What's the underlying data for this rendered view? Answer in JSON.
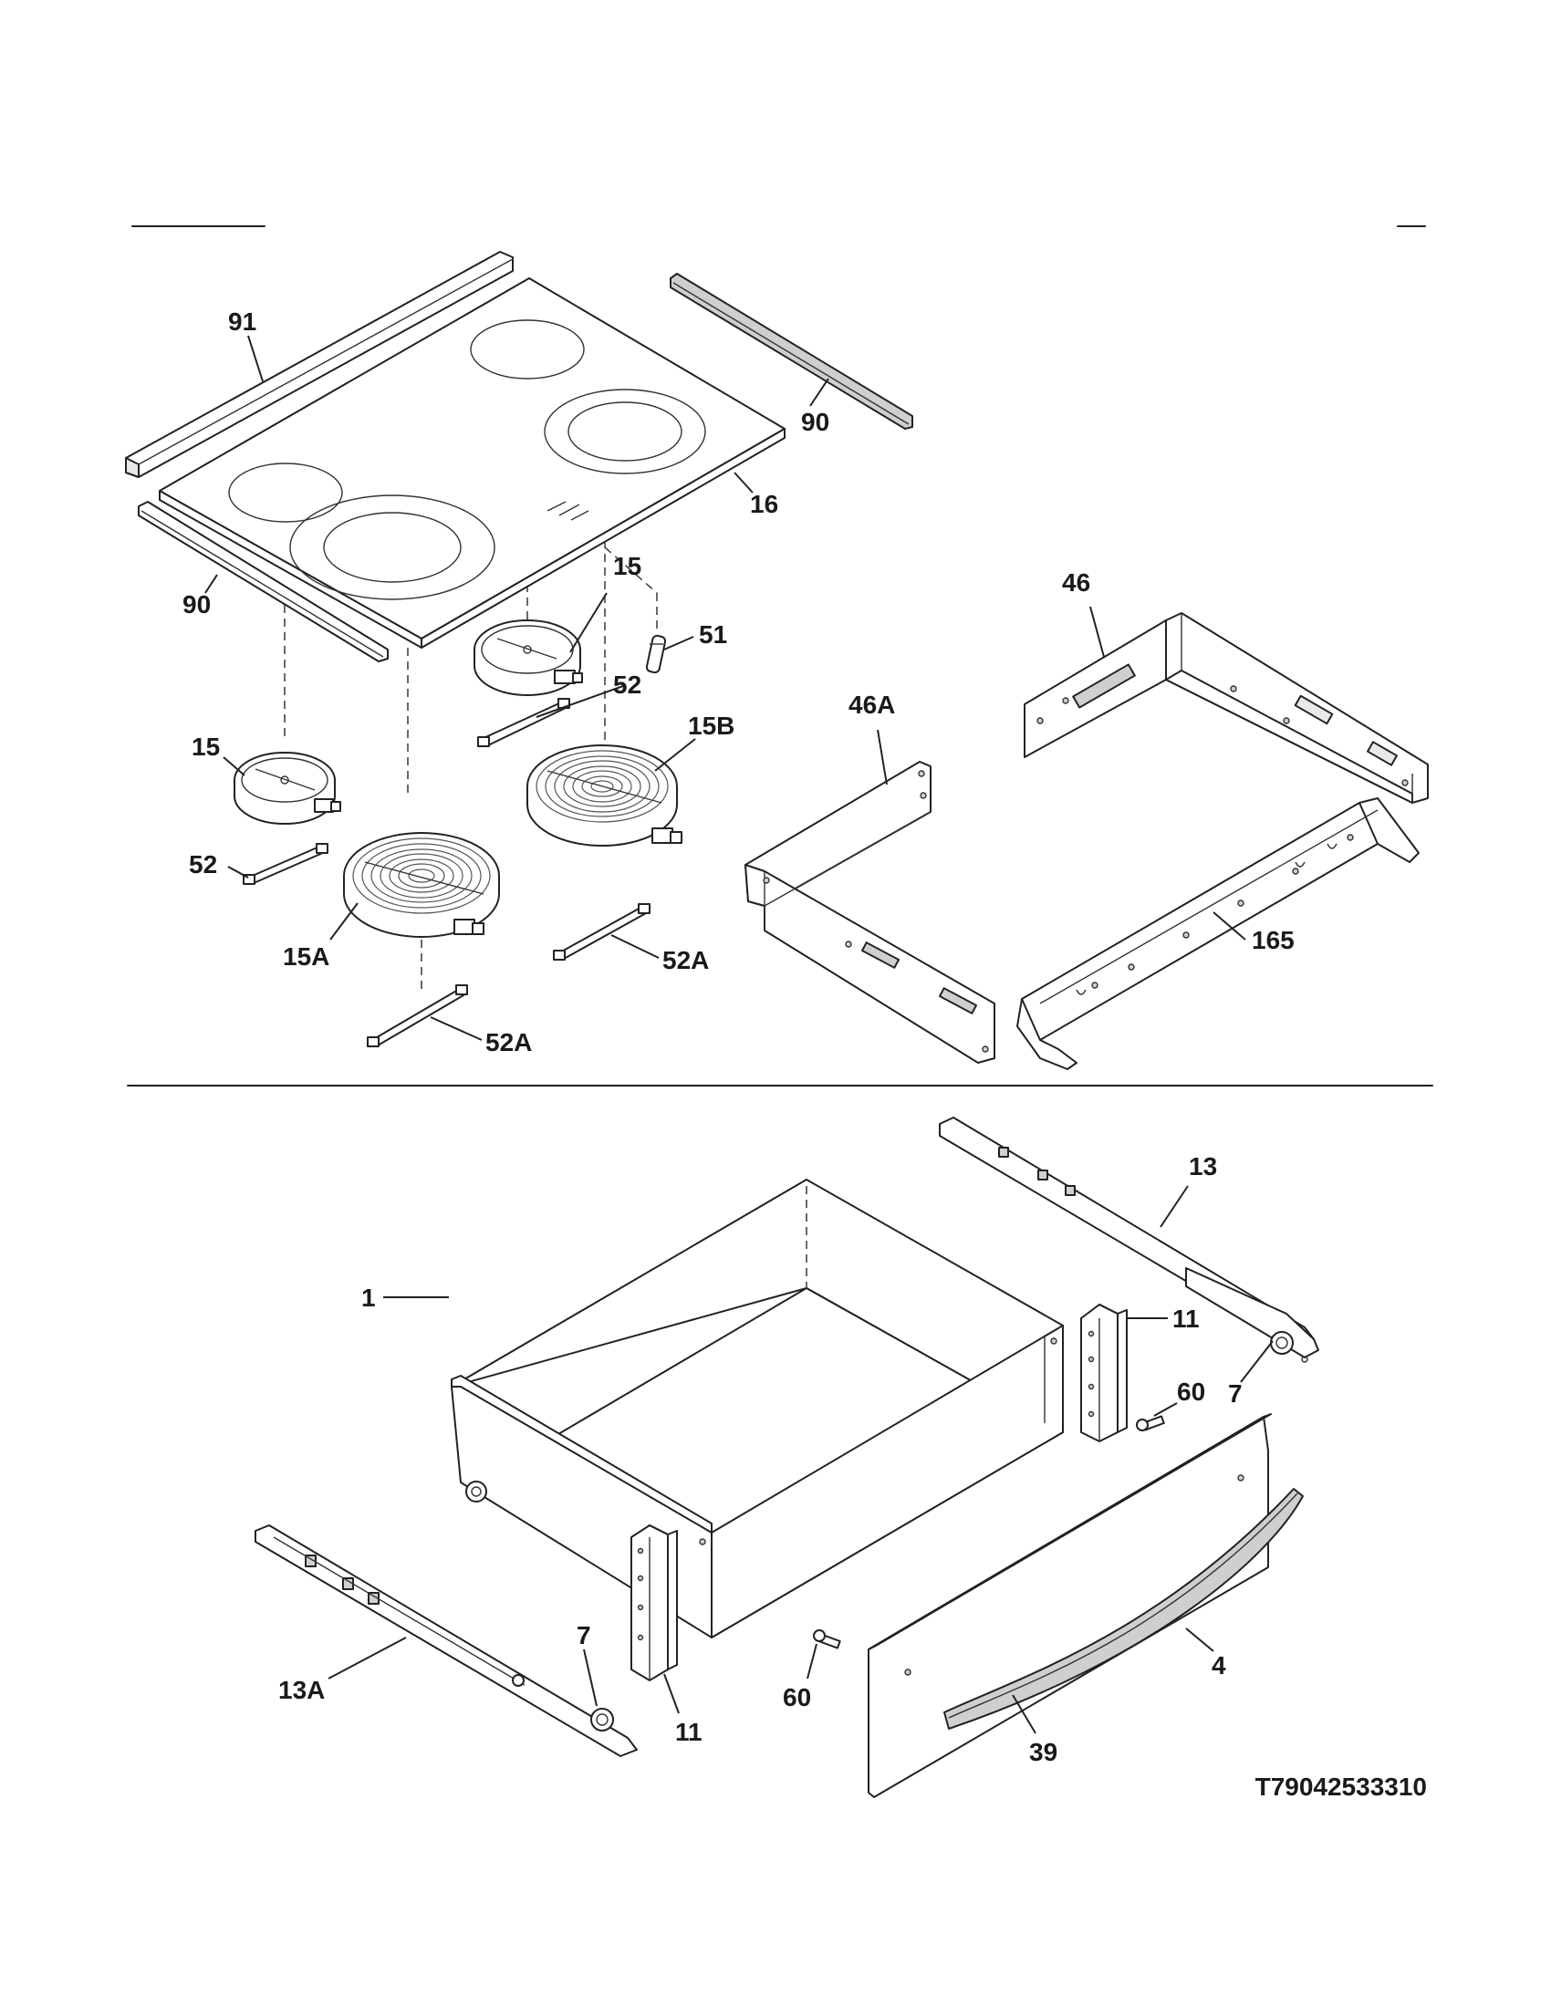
{
  "diagram_code": "T79042533310",
  "callouts": {
    "c91": "91",
    "c90_top": "90",
    "c16": "16",
    "c90_left": "90",
    "c15_top": "15",
    "c51": "51",
    "c52_top": "52",
    "c15B": "15B",
    "c15_left": "15",
    "c52_left": "52",
    "c15A": "15A",
    "c52A_right": "52A",
    "c52A_bottom": "52A",
    "c46": "46",
    "c46A": "46A",
    "c165": "165",
    "c13": "13",
    "c11_right": "11",
    "c7_right": "7",
    "c60_right": "60",
    "c1": "1",
    "c4": "4",
    "c13A": "13A",
    "c7_left": "7",
    "c11_left": "11",
    "c60_left": "60",
    "c39": "39"
  }
}
